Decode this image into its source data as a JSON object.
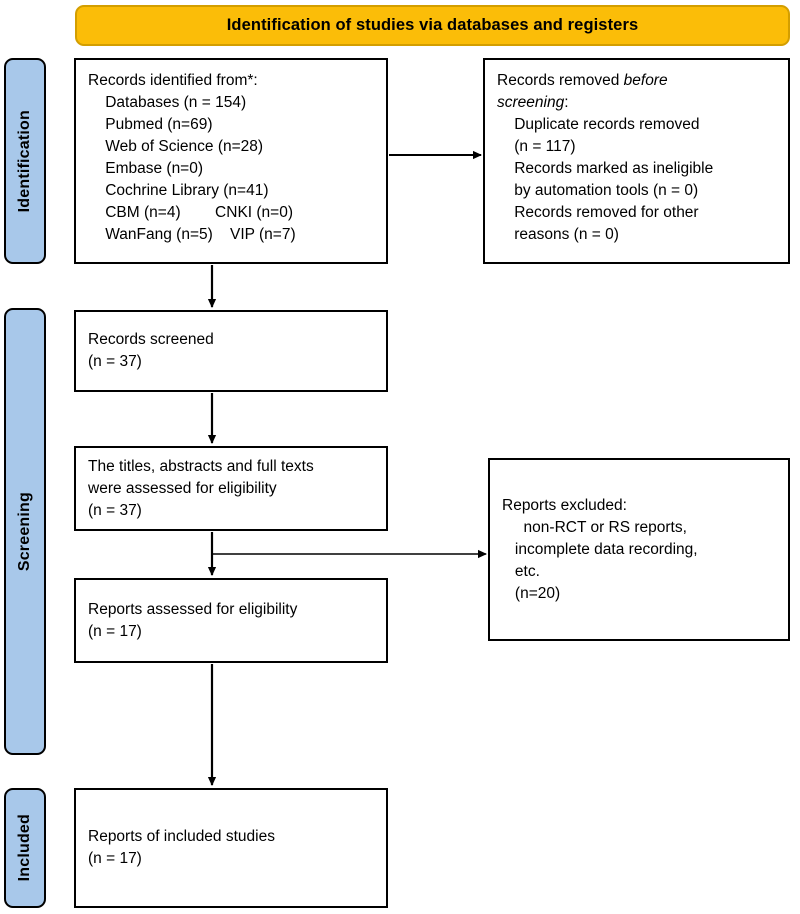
{
  "diagram": {
    "type": "prisma-flow-diagram",
    "banner": {
      "title": "Identification of studies via databases and registers",
      "color": "#fbbd08"
    },
    "stages": [
      {
        "key": "identification",
        "label": "Identification",
        "color": "#a8c8ea"
      },
      {
        "key": "screening",
        "label": "Screening",
        "color": "#a8c8ea"
      },
      {
        "key": "included",
        "label": "Included",
        "color": "#a8c8ea"
      }
    ],
    "boxes": {
      "identified": {
        "name": "records-identified",
        "text": "Records identified from*:\n    Databases (n = 154)\n    Pubmed (n=69)\n    Web of Science (n=28)\n    Embase (n=0)\n    Cochrine Library (n=41)\n    CBM (n=4)        CNKI (n=0)\n    WanFang (n=5)    VIP (n=7)"
      },
      "removed": {
        "name": "records-removed-before-screening",
        "line1": "Records removed ",
        "line1_italic": "before",
        "line2_italic": "screening",
        "line2_rest": ":",
        "rest": "\n    Duplicate records removed\n    (n = 117)\n    Records marked as ineligible\n    by automation tools (n = 0)\n    Records removed for other\n    reasons (n = 0)"
      },
      "screened": {
        "name": "records-screened",
        "text": "Records screened\n(n = 37)"
      },
      "assessed_titles": {
        "name": "titles-abstracts-fulltexts-assessed",
        "text": "The titles, abstracts and full texts\nwere assessed for eligibility\n(n = 37)"
      },
      "assessed_eligibility": {
        "name": "reports-assessed-for-eligibility",
        "text": "Reports assessed for eligibility\n(n = 17)"
      },
      "excluded": {
        "name": "reports-excluded",
        "text": "Reports excluded:\n     non-RCT or RS reports,\n   incomplete data recording,\n   etc.\n   (n=20)"
      },
      "included": {
        "name": "reports-of-included-studies",
        "text": "Reports of included studies\n(n = 17)"
      }
    },
    "counts": {
      "databases_total": 154,
      "pubmed": 69,
      "web_of_science": 28,
      "embase": 0,
      "cochrine_library": 41,
      "cbm": 4,
      "cnki": 0,
      "wanfang": 5,
      "vip": 7,
      "duplicates_removed": 117,
      "ineligible_by_automation": 0,
      "removed_other_reasons": 0,
      "records_screened": 37,
      "titles_assessed": 37,
      "reports_assessed": 17,
      "reports_excluded": 20,
      "reports_included": 17
    },
    "connectors": [
      {
        "name": "arrow-identified-to-removed",
        "direction": "right"
      },
      {
        "name": "arrow-identified-to-screened",
        "direction": "down"
      },
      {
        "name": "arrow-screened-to-titles",
        "direction": "down"
      },
      {
        "name": "arrow-titles-to-assessed",
        "direction": "down"
      },
      {
        "name": "arrow-titles-to-excluded",
        "direction": "right"
      },
      {
        "name": "arrow-assessed-to-included",
        "direction": "down"
      }
    ]
  }
}
